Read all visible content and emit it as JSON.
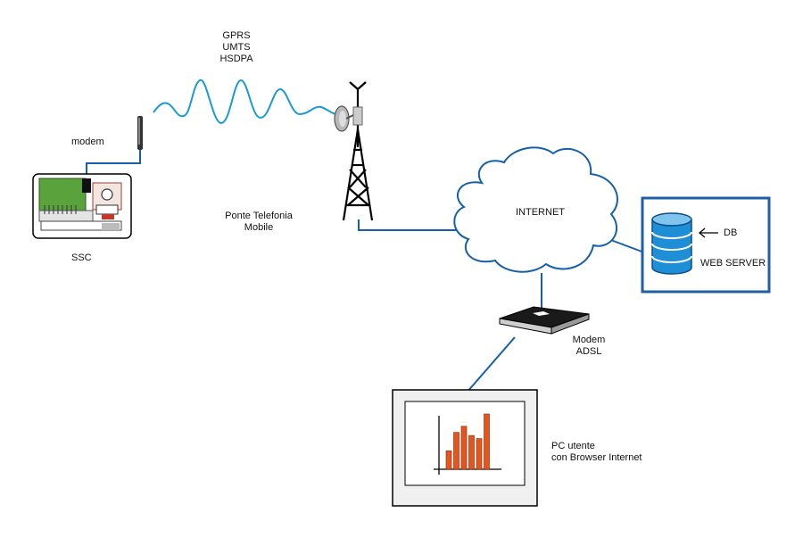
{
  "labels": {
    "network_types": [
      "GPRS",
      "UMTS",
      "HSDPA"
    ],
    "modem": "modem",
    "ssc": "SSC",
    "tower": [
      "Ponte Telefonia",
      "Mobile"
    ],
    "internet": "INTERNET",
    "db": "DB",
    "web_server": "WEB SERVER",
    "adsl_modem": [
      "Modem",
      "ADSL"
    ],
    "pc": [
      "PC utente",
      "con Browser Internet"
    ]
  },
  "colors": {
    "link_blue": "#1560a8",
    "wave_blue": "#1b9ad6",
    "server_border": "#1f5fa8",
    "db_blue": "#1e8fd6",
    "bar_orange": "#e8541c",
    "board_green": "#5aa33c"
  },
  "icons": [
    "antenna-icon",
    "circuit-board-icon",
    "cell-tower-icon",
    "satellite-dish-icon",
    "cloud-icon",
    "database-icon",
    "arrow-left-icon",
    "router-icon",
    "monitor-icon",
    "bar-chart-icon"
  ],
  "pc_screen_chart": {
    "type": "bar",
    "values": [
      3,
      6,
      7,
      5.5,
      5,
      9
    ]
  }
}
